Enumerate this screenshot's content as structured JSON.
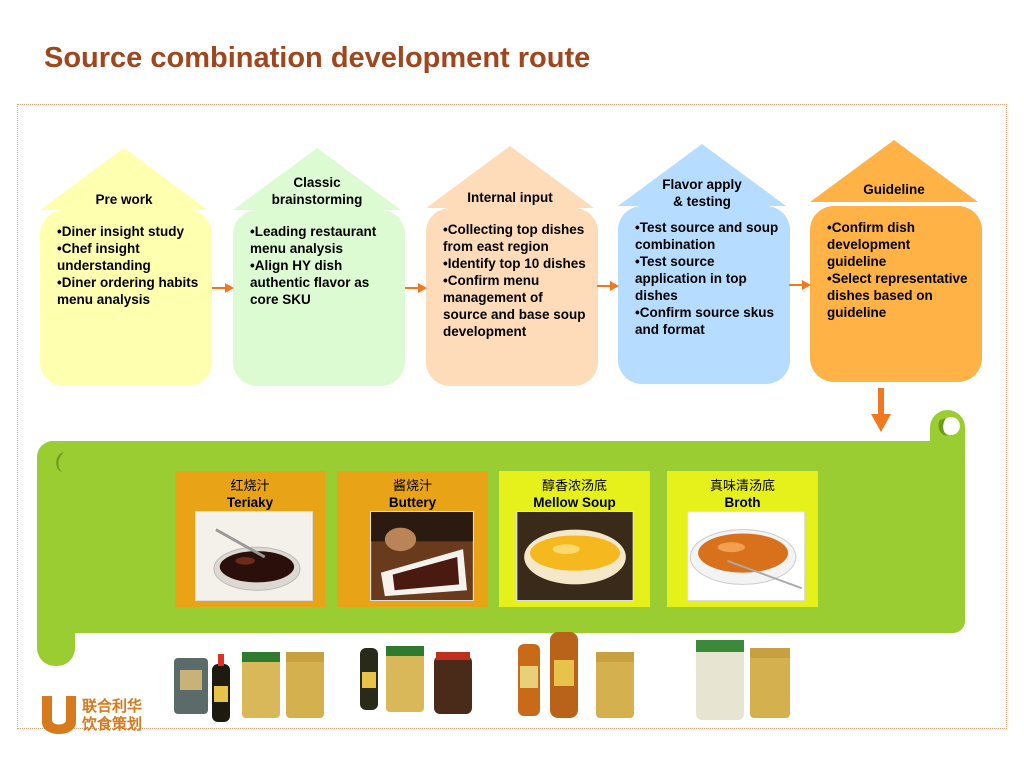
{
  "title": "Source combination development route",
  "stages": [
    {
      "label": "Pre work",
      "items": [
        "Diner insight study",
        "Chef insight understanding",
        "Diner ordering habits menu analysis"
      ],
      "head_color": "#ffffb0",
      "body_color": "#ffffb0"
    },
    {
      "label": "Classic brainstorming",
      "items": [
        "Leading restaurant menu analysis",
        "Align HY dish authentic flavor as core SKU"
      ],
      "head_color": "#ddfbd2",
      "body_color": "#ddfbd2"
    },
    {
      "label": "Internal input",
      "items": [
        "Collecting top dishes from east region",
        "Identify top 10 dishes",
        "Confirm menu management of source and base soup development"
      ],
      "head_color": "#ffdcb9",
      "body_color": "#ffdcb9"
    },
    {
      "label": "Flavor apply & testing",
      "items": [
        "Test source and soup combination",
        "Test source application in top dishes",
        "Confirm source skus and format"
      ],
      "head_color": "#b6dcff",
      "body_color": "#b6dcff"
    },
    {
      "label": "Guideline",
      "items": [
        "Confirm dish development guideline",
        "Select representative dishes based on guideline"
      ],
      "head_color": "#ffb347",
      "body_color": "#ffb347"
    }
  ],
  "sauces": [
    {
      "cn": "红烧汁",
      "en": "Teriaky",
      "bg": "#e8a317"
    },
    {
      "cn": "酱烧汁",
      "en": "Buttery",
      "bg": "#e8a317"
    },
    {
      "cn": "醇香浓汤底",
      "en": "Mellow Soup",
      "bg": "#e6f01a"
    },
    {
      "cn": "真味清汤底",
      "en": "Broth",
      "bg": "#e6f01a"
    }
  ],
  "logo": {
    "line1": "联合利华",
    "line2": "饮食策划"
  },
  "colors": {
    "title": "#a0461e",
    "arrow": "#f07820",
    "banner": "#9acd32"
  }
}
